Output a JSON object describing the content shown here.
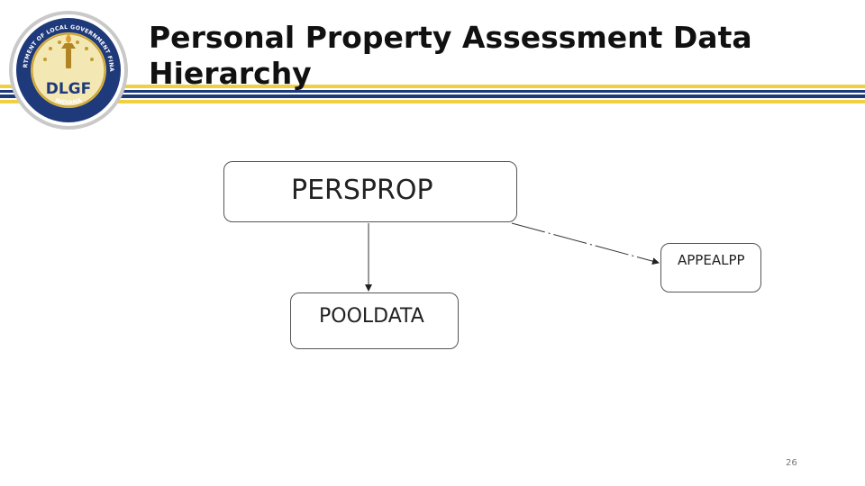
{
  "slide": {
    "title_line1": "Personal Property Assessment Data",
    "title_line2": "Hierarchy",
    "page_number": "26",
    "colors": {
      "navy": "#1f3a7a",
      "gold": "#f0d040",
      "seal_gold": "#d9b44a",
      "text": "#111111"
    }
  },
  "logo": {
    "abbreviation": "DLGF",
    "ring_text_top": "DEPARTMENT OF LOCAL GOVERNMENT FINANCE",
    "ring_text_bottom": "INDIANA"
  },
  "diagram": {
    "nodes": {
      "perspro": "PERSPROP",
      "pooldata": "POOLDATA",
      "appealpp": "APPEALPP"
    }
  }
}
